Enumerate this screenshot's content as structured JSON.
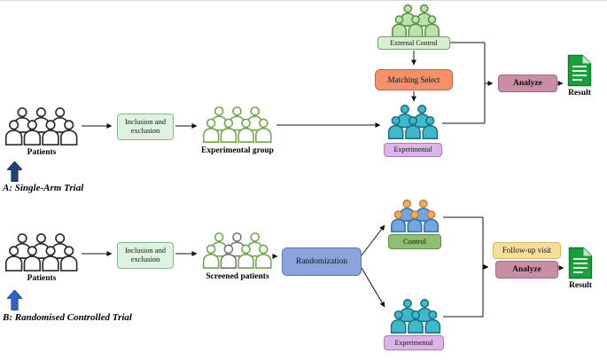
{
  "panels": {
    "a": {
      "title": "A: Single-Arm Trial",
      "patients": "Patients",
      "inclusion": "Inclusion and exclusion",
      "experimental_group": "Experimental group",
      "external_control": "External Control",
      "matching_select": "Matching Select",
      "experimental": "Experimental",
      "analyze": "Analyze",
      "result": "Result"
    },
    "b": {
      "title": "B: Randomised Controlled Trial",
      "patients": "Patients",
      "inclusion": "Inclusion and exclusion",
      "screened": "Screened patients",
      "randomization": "Randomization",
      "control": "Control",
      "experimental": "Experimental",
      "followup": "Follow-up visit",
      "analyze": "Analyze",
      "result": "Result"
    }
  },
  "icons": {
    "patients_crowd": "group-of-people-icon",
    "experimental_group_crowd": "group-of-people-icon",
    "screened_patients_crowd": "group-of-people-icon",
    "external_control_crowd": "group-of-people-icon",
    "experimental_crowd": "group-of-people-icon",
    "control_crowd": "group-of-people-icon",
    "result_document": "document-icon",
    "pointer": "up-arrow-icon"
  },
  "colors": {
    "mint_box_bg": "#def2e0",
    "mint_box_border": "#7cba8c",
    "external_control_bg": "#d8efcf",
    "orange_box_bg": "#f2916a",
    "purple_box_bg": "#dcb4e8",
    "mauve_box_bg": "#c98da6",
    "blue_box_bg": "#8ba4dc",
    "green_box_bg": "#8fbe72",
    "yellow_box_bg": "#f6dd9a",
    "document_green": "#19a03c",
    "teal_people": "#41b8ca",
    "green_people": "#6fa84e",
    "control_people_body": "#6fa8dc",
    "control_people_head": "#f2a964",
    "pointer_a": "#24407c",
    "pointer_b": "#2e64c8",
    "arrow_line": "#111111"
  }
}
